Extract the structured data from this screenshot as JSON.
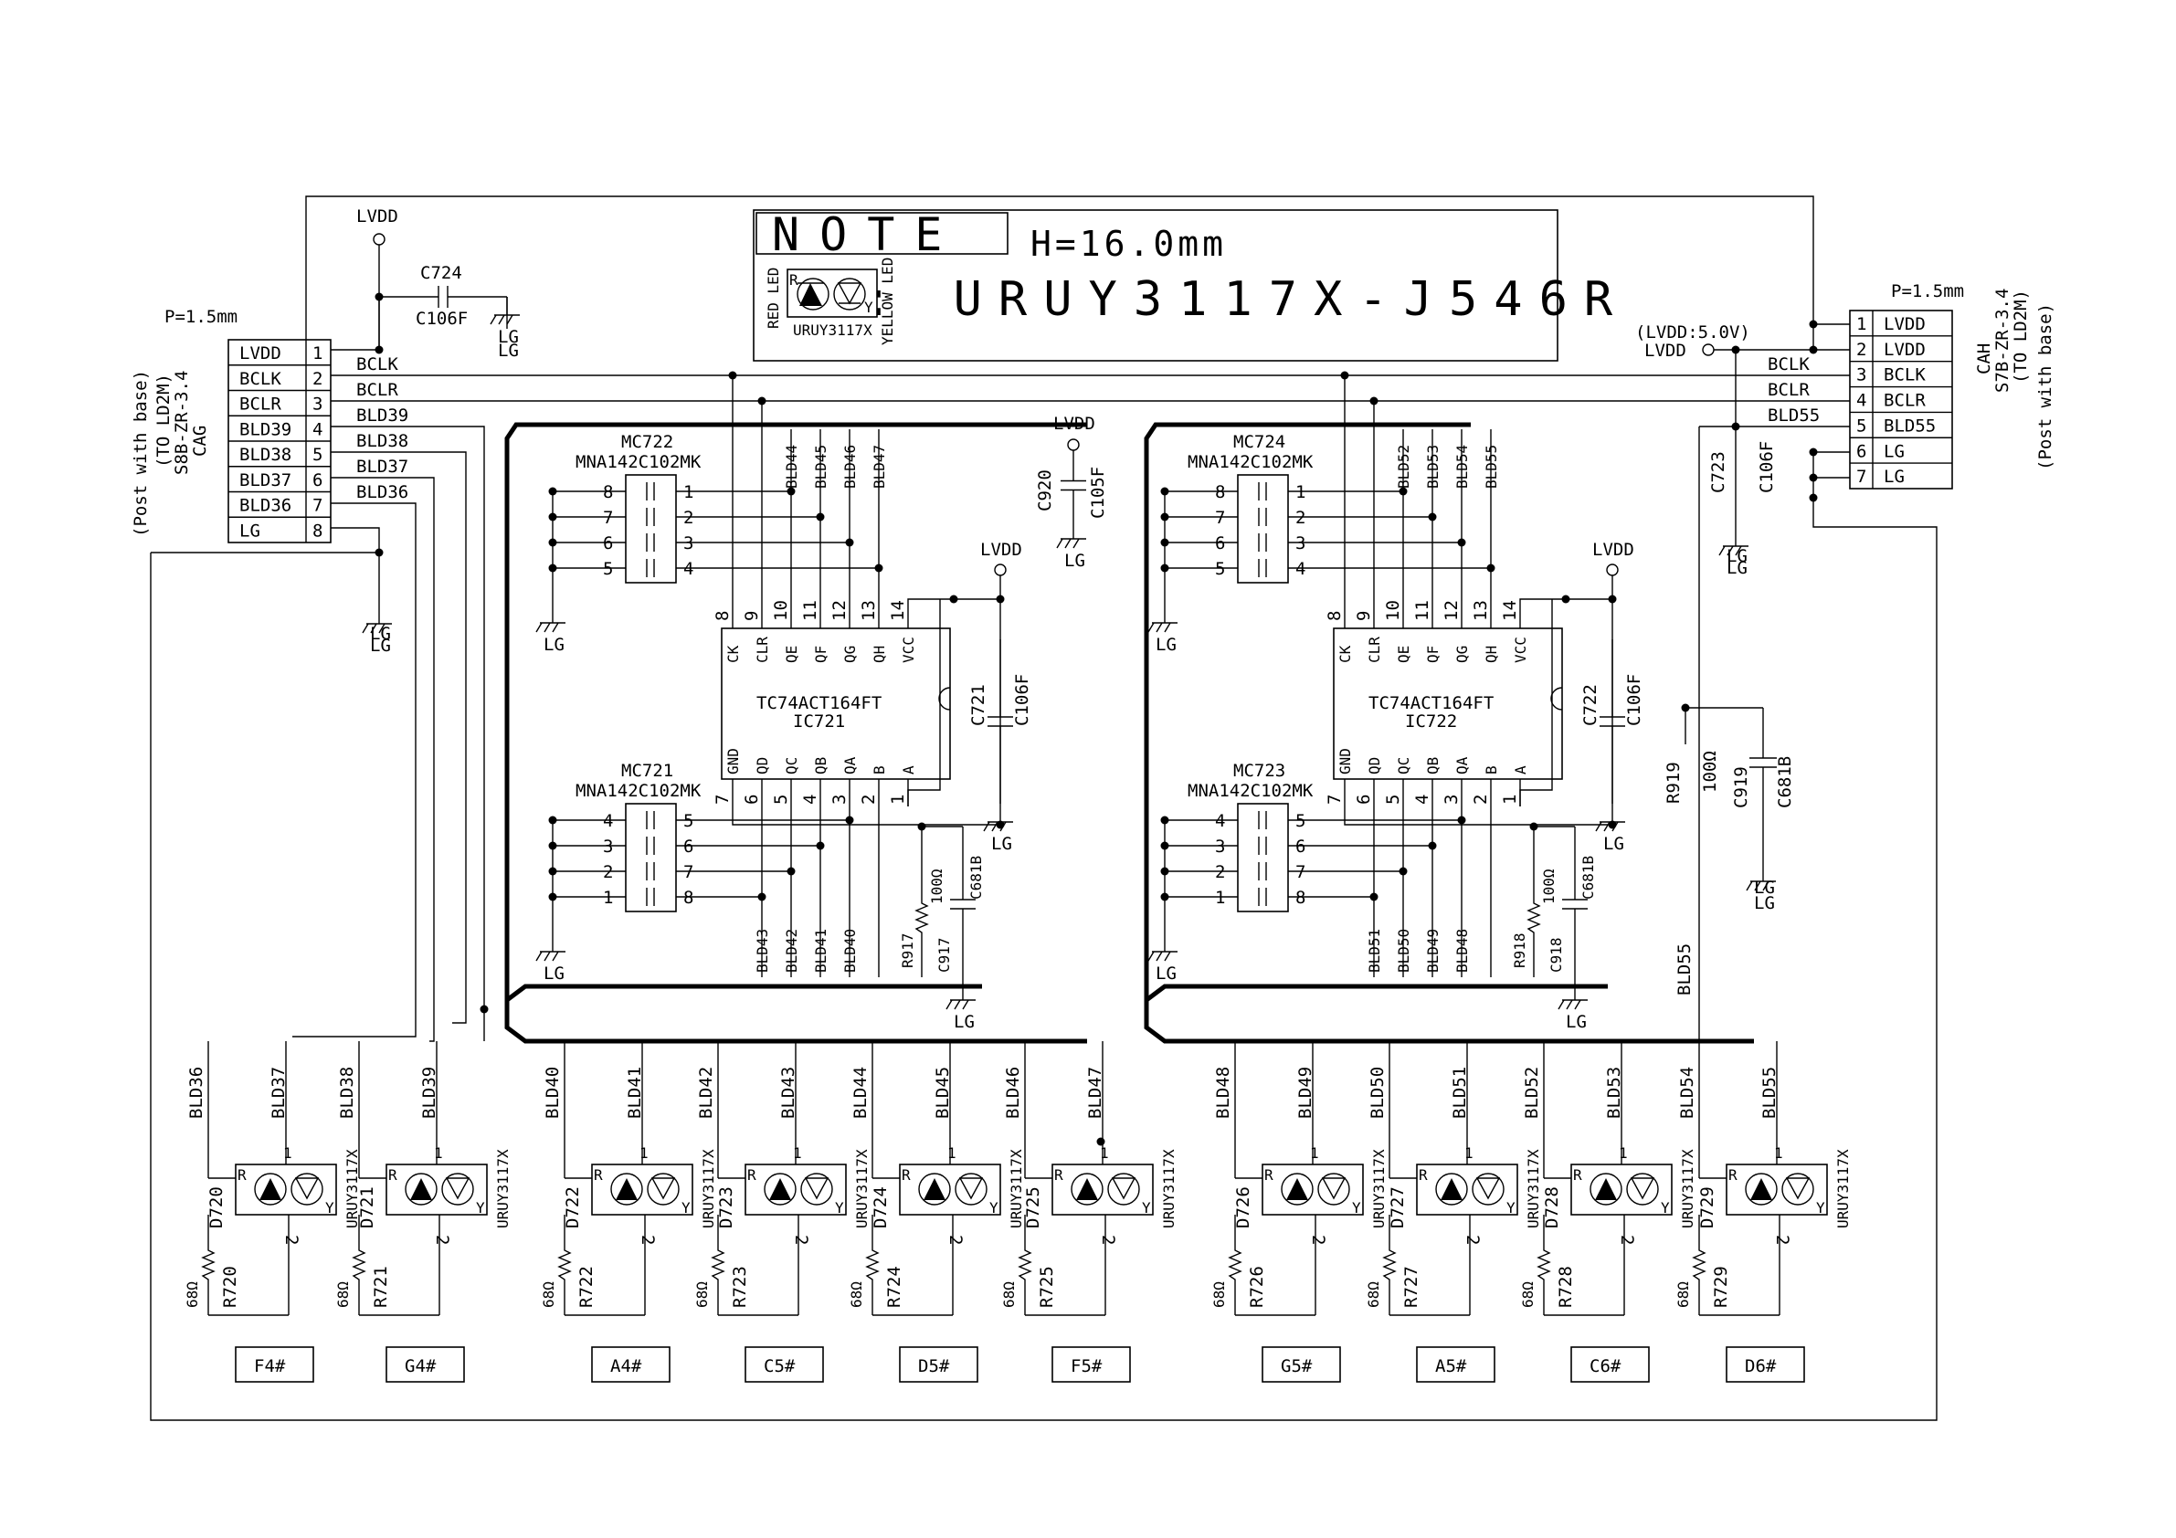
{
  "note": {
    "title": "NOTE",
    "height": "H=16.0mm",
    "part": ": URUY3117X-J546R",
    "red_led": "RED LED",
    "yellow_led": "YELLOW LED",
    "led_part": "URUY3117X",
    "r": "R",
    "y": "Y"
  },
  "connector_left": {
    "pitch": "P=1.5mm",
    "name": "CAG",
    "part": "S8B-ZR-3.4",
    "to": "(TO LD2M)",
    "post": "(Post with base)",
    "pins": [
      {
        "n": "1",
        "sig": "LVDD"
      },
      {
        "n": "2",
        "sig": "BCLK"
      },
      {
        "n": "3",
        "sig": "BCLR"
      },
      {
        "n": "4",
        "sig": "BLD39"
      },
      {
        "n": "5",
        "sig": "BLD38"
      },
      {
        "n": "6",
        "sig": "BLD37"
      },
      {
        "n": "7",
        "sig": "BLD36"
      },
      {
        "n": "8",
        "sig": "LG"
      }
    ]
  },
  "connector_right": {
    "pitch": "P=1.5mm",
    "name": "CAH",
    "part": "S7B-ZR-3.4",
    "to": "(TO LD2M)",
    "post": "(Post with base)",
    "voltage": "(LVDD:5.0V)",
    "pins": [
      {
        "n": "1",
        "sig": "LVDD"
      },
      {
        "n": "2",
        "sig": "LVDD"
      },
      {
        "n": "3",
        "sig": "BCLK"
      },
      {
        "n": "4",
        "sig": "BCLR"
      },
      {
        "n": "5",
        "sig": "BLD55"
      },
      {
        "n": "6",
        "sig": "LG"
      },
      {
        "n": "7",
        "sig": "LG"
      }
    ]
  },
  "nets": {
    "lvdd": "LVDD",
    "lg": "LG",
    "bclk": "BCLK",
    "bclr": "BCLR",
    "bld39": "BLD39",
    "bld38": "BLD38",
    "bld37": "BLD37",
    "bld36": "BLD36",
    "bld55": "BLD55"
  },
  "caps": {
    "c724": "C724",
    "c724v": "C106F",
    "c920": "C920",
    "c920v": "C105F",
    "c721": "C721",
    "c721v": "C106F",
    "c722": "C722",
    "c722v": "C106F",
    "c723": "C723",
    "c723v": "C106F",
    "c917": "C917",
    "c917v": "C681B",
    "c918": "C918",
    "c918v": "C681B",
    "c919": "C919",
    "c919v": "C681B"
  },
  "res": {
    "r917": "R917",
    "r918": "R918",
    "r919": "R919",
    "v100": "100Ω"
  },
  "ic721": {
    "name": "IC721",
    "part": "TC74ACT164FT",
    "top_pins": [
      "8",
      "9",
      "10",
      "11",
      "12",
      "13",
      "14"
    ],
    "top_labels": [
      "CK",
      "CLR",
      "QE",
      "QF",
      "QG",
      "QH",
      "VCC"
    ],
    "bot_pins": [
      "7",
      "6",
      "5",
      "4",
      "3",
      "2",
      "1"
    ],
    "bot_labels": [
      "GND",
      "QD",
      "QC",
      "QB",
      "QA",
      "B",
      "A"
    ],
    "top_bld": [
      "BLD44",
      "BLD45",
      "BLD46",
      "BLD47"
    ],
    "bot_bld": [
      "BLD43",
      "BLD42",
      "BLD41",
      "BLD40"
    ]
  },
  "ic722": {
    "name": "IC722",
    "part": "TC74ACT164FT",
    "top_pins": [
      "8",
      "9",
      "10",
      "11",
      "12",
      "13",
      "14"
    ],
    "top_labels": [
      "CK",
      "CLR",
      "QE",
      "QF",
      "QG",
      "QH",
      "VCC"
    ],
    "bot_pins": [
      "7",
      "6",
      "5",
      "4",
      "3",
      "2",
      "1"
    ],
    "bot_labels": [
      "GND",
      "QD",
      "QC",
      "QB",
      "QA",
      "B",
      "A"
    ],
    "top_bld": [
      "BLD52",
      "BLD53",
      "BLD54",
      "BLD55"
    ],
    "bot_bld": [
      "BLD51",
      "BLD50",
      "BLD49",
      "BLD48"
    ]
  },
  "arrays": {
    "mc722": {
      "name": "MC722",
      "part": "MNA142C102MK",
      "left": [
        "8",
        "7",
        "6",
        "5"
      ],
      "right": [
        "1",
        "2",
        "3",
        "4"
      ]
    },
    "mc721": {
      "name": "MC721",
      "part": "MNA142C102MK",
      "left": [
        "4",
        "3",
        "2",
        "1"
      ],
      "right": [
        "5",
        "6",
        "7",
        "8"
      ]
    },
    "mc724": {
      "name": "MC724",
      "part": "MNA142C102MK",
      "left": [
        "8",
        "7",
        "6",
        "5"
      ],
      "right": [
        "1",
        "2",
        "3",
        "4"
      ]
    },
    "mc723": {
      "name": "MC723",
      "part": "MNA142C102MK",
      "left": [
        "4",
        "3",
        "2",
        "1"
      ],
      "right": [
        "5",
        "6",
        "7",
        "8"
      ]
    }
  },
  "leds": [
    {
      "sig": "BLD36",
      "sig2": "BLD37",
      "d": "D720",
      "r": "R720",
      "rv": "68Ω",
      "note": "F4#"
    },
    {
      "sig": "BLD38",
      "sig2": "BLD39",
      "d": "D721",
      "r": "R721",
      "rv": "68Ω",
      "note": "G4#"
    },
    {
      "sig": "BLD40",
      "sig2": "BLD41",
      "d": "D722",
      "r": "R722",
      "rv": "68Ω",
      "note": "A4#"
    },
    {
      "sig": "BLD42",
      "sig2": "BLD43",
      "d": "D723",
      "r": "R723",
      "rv": "68Ω",
      "note": "C5#"
    },
    {
      "sig": "BLD44",
      "sig2": "BLD45",
      "d": "D724",
      "r": "R724",
      "rv": "68Ω",
      "note": "D5#"
    },
    {
      "sig": "BLD46",
      "sig2": "BLD47",
      "d": "D725",
      "r": "R725",
      "rv": "68Ω",
      "note": "F5#"
    },
    {
      "sig": "BLD48",
      "sig2": "BLD49",
      "d": "D726",
      "r": "R726",
      "rv": "68Ω",
      "note": "G5#"
    },
    {
      "sig": "BLD50",
      "sig2": "BLD51",
      "d": "D727",
      "r": "R727",
      "rv": "68Ω",
      "note": "A5#"
    },
    {
      "sig": "BLD52",
      "sig2": "BLD53",
      "d": "D728",
      "r": "R728",
      "rv": "68Ω",
      "note": "C6#"
    },
    {
      "sig": "BLD54",
      "sig2": "BLD55",
      "d": "D729",
      "r": "R729",
      "rv": "68Ω",
      "note": "D6#"
    }
  ],
  "led_part": "URUY3117X",
  "pin1": "1",
  "pin2": "2"
}
